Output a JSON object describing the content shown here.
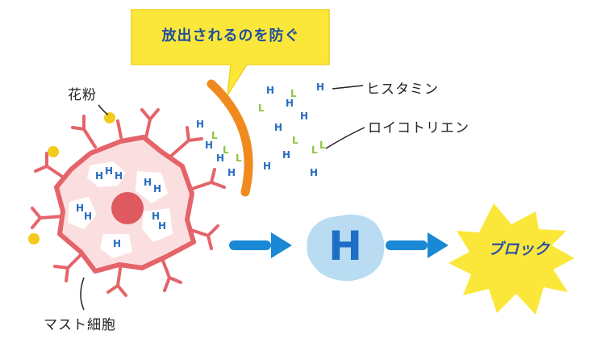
{
  "callout": {
    "text": "放出されるのを防ぐ"
  },
  "labels": {
    "pollen": "花粉",
    "histamine": "ヒスタミン",
    "leukotriene": "ロイコトリエン",
    "mast_cell": "マスト細胞"
  },
  "h_symbol": "H",
  "block": {
    "text": "ブロック"
  },
  "colors": {
    "callout_bg": "#fbe73a",
    "callout_text": "#1f4f9c",
    "cell_outline": "#e4646a",
    "cell_fill": "#fbdfe0",
    "nucleus": "#de5a5e",
    "pollen": "#f2cb1c",
    "barrier": "#f08a1e",
    "histamine": "#2a6cc0",
    "leukotriene": "#8cc63f",
    "arrow": "#1a88d4",
    "h_circle": "#b9dcf2",
    "burst": "#fbe73a"
  },
  "icons": [
    "mast-cell-icon",
    "pollen-icon",
    "barrier-icon",
    "arrow-right-icon",
    "histamine-h-circle-icon",
    "block-burst-icon"
  ]
}
